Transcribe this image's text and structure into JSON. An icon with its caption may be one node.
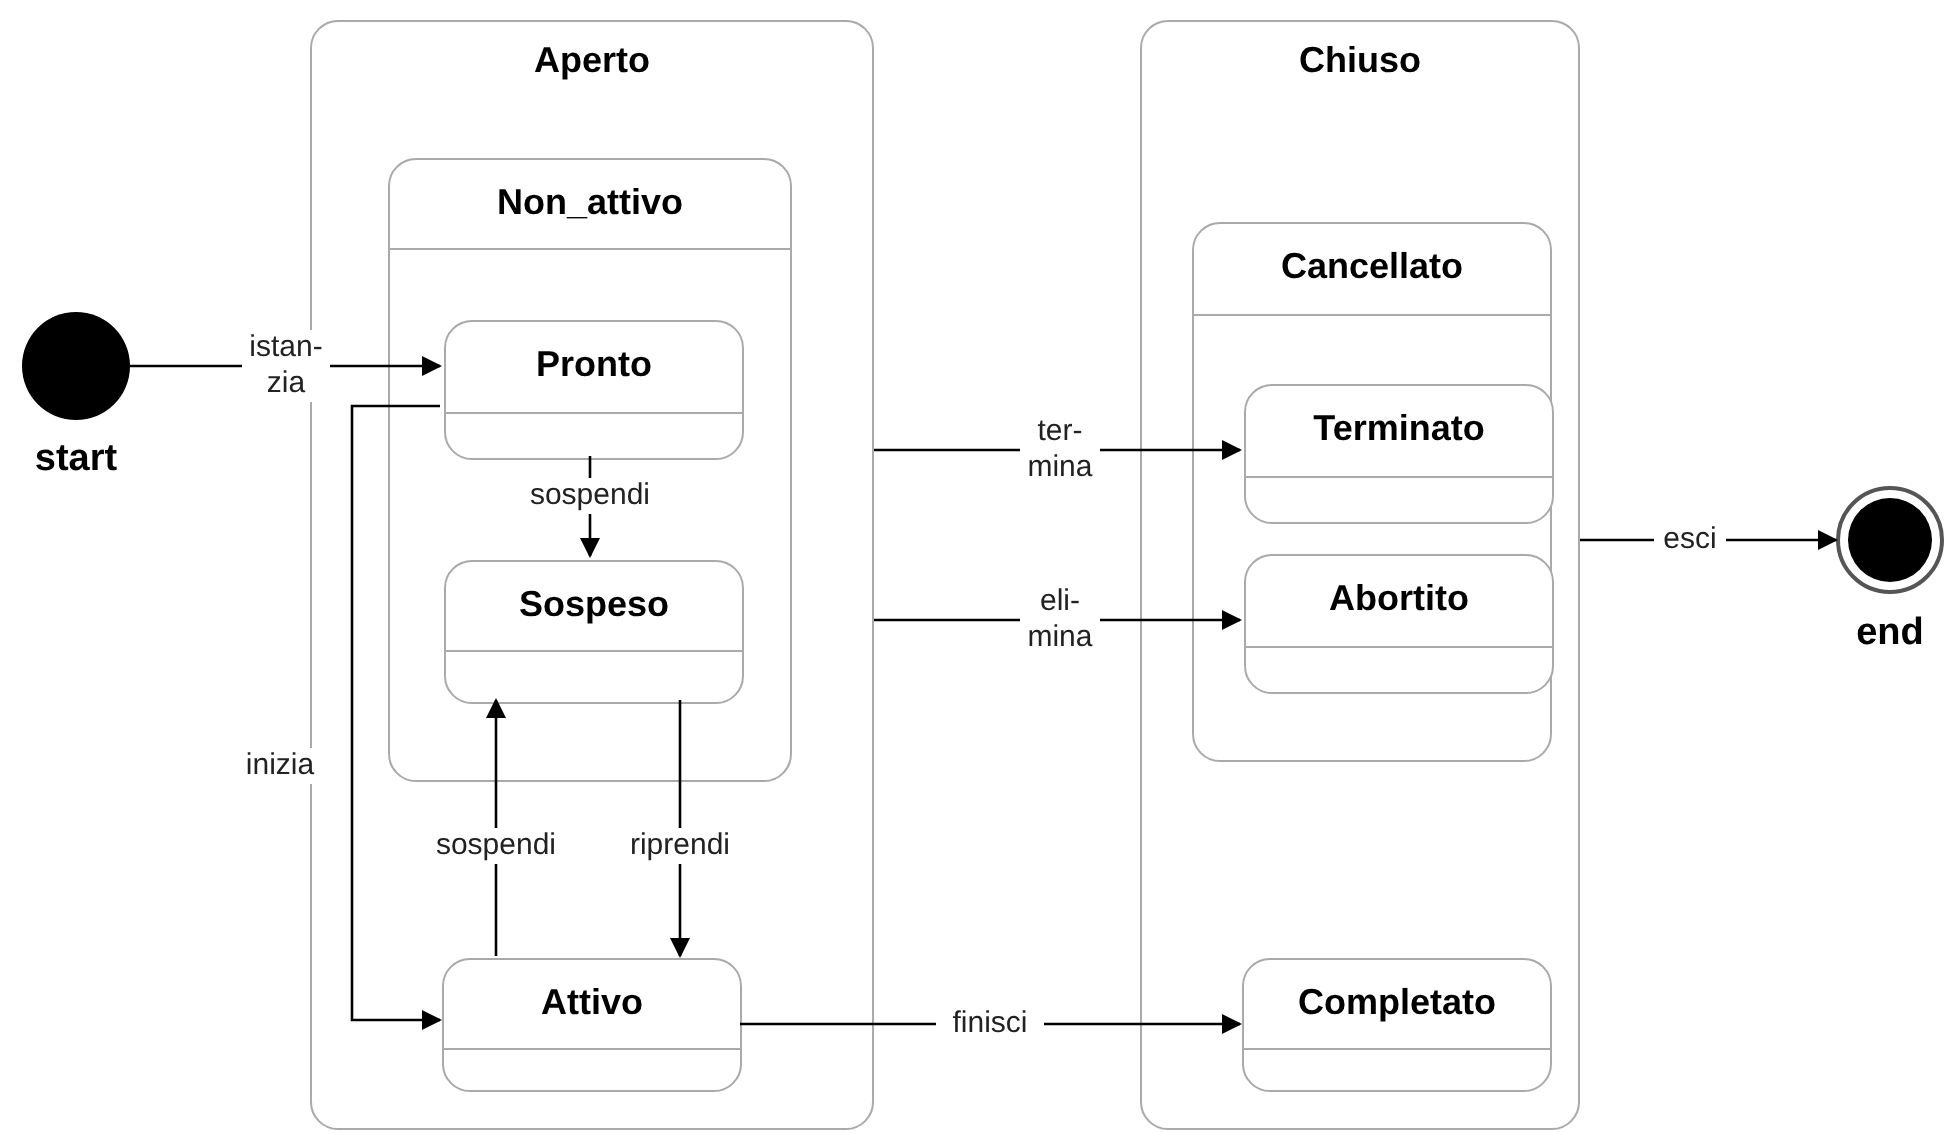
{
  "diagram": {
    "nodes": [
      {
        "text": [],
        "shape": "circle",
        "beside": [
          "start"
        ]
      },
      {
        "text": [
          "Aperto"
        ]
      },
      {
        "text": [
          "Non_attivo"
        ],
        "in": 1
      },
      {
        "text": [
          "Pronto"
        ],
        "in": 2
      },
      {
        "text": [
          "Sospeso"
        ],
        "in": 2
      },
      {
        "text": [
          "Attivo"
        ],
        "in": 1
      },
      {
        "text": [
          "Chiuso"
        ]
      },
      {
        "text": [
          "Cancellato"
        ],
        "in": 6
      },
      {
        "text": [
          "Terminato"
        ],
        "in": 7
      },
      {
        "text": [
          "Abortito"
        ],
        "in": 7
      },
      {
        "text": [
          "Completato"
        ],
        "in": 6
      },
      {
        "text": [],
        "shape": "circle",
        "beside": [
          "end"
        ]
      }
    ],
    "edges": [
      {
        "from": 0,
        "to": 3,
        "arrow": "to",
        "label": "istan- zia"
      },
      {
        "from": 3,
        "to": 4,
        "arrow": "to",
        "label": "sospendi"
      },
      {
        "from": 3,
        "to": 5,
        "arrow": "to",
        "label": "inizia"
      },
      {
        "from": 5,
        "to": 4,
        "arrow": "to",
        "label": "sospendi"
      },
      {
        "from": 4,
        "to": 5,
        "arrow": "to",
        "label": "riprendi"
      },
      {
        "from": 1,
        "to": 8,
        "arrow": "to",
        "label": "ter- mina"
      },
      {
        "from": 1,
        "to": 9,
        "arrow": "to",
        "label": "eli- mina"
      },
      {
        "from": 5,
        "to": 10,
        "arrow": "to",
        "label": "finisci"
      },
      {
        "from": 6,
        "to": 11,
        "arrow": "to",
        "label": "esci"
      }
    ]
  }
}
